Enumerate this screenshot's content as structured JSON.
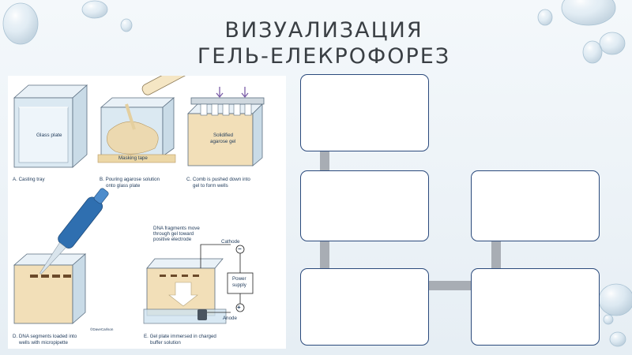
{
  "slide": {
    "title_line1": "ВИЗУАЛИЗАЦИЯ",
    "title_line2": "ГЕЛЬ-ЕЛЕКРОФОРЕЗ"
  },
  "figure": {
    "panels": [
      {
        "id": "a",
        "caption_lines": [
          "A. Casting tray"
        ],
        "labels": [
          "Glass plate"
        ]
      },
      {
        "id": "b",
        "caption_lines": [
          "B. Pouring agarose solution",
          "onto glass plate"
        ],
        "labels": [
          "Masking tape"
        ]
      },
      {
        "id": "c",
        "caption_lines": [
          "C. Comb is pushed down into",
          "gel to form wells"
        ],
        "labels": [
          "Solidified",
          "agarose gel"
        ]
      },
      {
        "id": "d",
        "caption_lines": [
          "D. DNA segments loaded into",
          "wells with micropipette"
        ],
        "labels": [
          "©DaveCarlson"
        ]
      },
      {
        "id": "e",
        "caption_lines": [
          "E. Gel plate immersed in charged",
          "buffer solution"
        ],
        "labels": [
          "DNA fragments move",
          "through gel toward",
          "positive electrode",
          "Cathode",
          "Power",
          "supply",
          "Anode",
          "−",
          "+"
        ]
      }
    ]
  },
  "flowchart": {
    "box_count": 5,
    "boxes_text": [
      "",
      "",
      "",
      "",
      ""
    ]
  },
  "colors": {
    "title": "#3a3f44",
    "box_border": "#2b4a7c",
    "connector": "#a8adb4",
    "gel": "#f2dfb8",
    "tray": "#dbe9f2",
    "pipette": "#2f6fb0",
    "label": "#1f3a5a"
  }
}
